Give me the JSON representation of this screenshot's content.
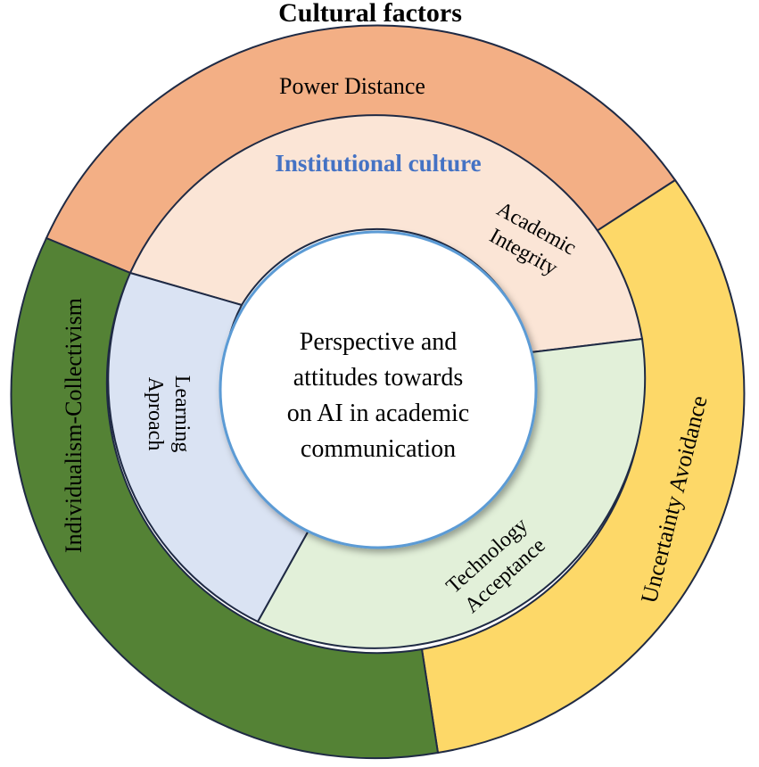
{
  "title": "Cultural factors",
  "outer_ring": [
    {
      "label": "Power Distance",
      "color": "#F3AF85"
    },
    {
      "label": "Uncertainty Avoidance",
      "color": "#FDD868"
    },
    {
      "label": "Individualism-Collectivism",
      "color": "#548235"
    }
  ],
  "inner_ring": {
    "heading": "Institutional culture",
    "heading_color": "#4472C4",
    "segments": [
      {
        "lines": [
          "Academic",
          "Integrity"
        ],
        "color": "#FBE5D6"
      },
      {
        "lines": [
          "Technology",
          "Acceptance"
        ],
        "color": "#E2F0D9"
      },
      {
        "lines": [
          "Learning",
          "Aproach"
        ],
        "color": "#DAE3F3"
      }
    ]
  },
  "center": {
    "lines": [
      "Perspective and",
      "attitudes towards",
      "on AI in academic",
      "communication"
    ],
    "border_color": "#5B9BD5"
  },
  "outline_color": "#1F2A44"
}
